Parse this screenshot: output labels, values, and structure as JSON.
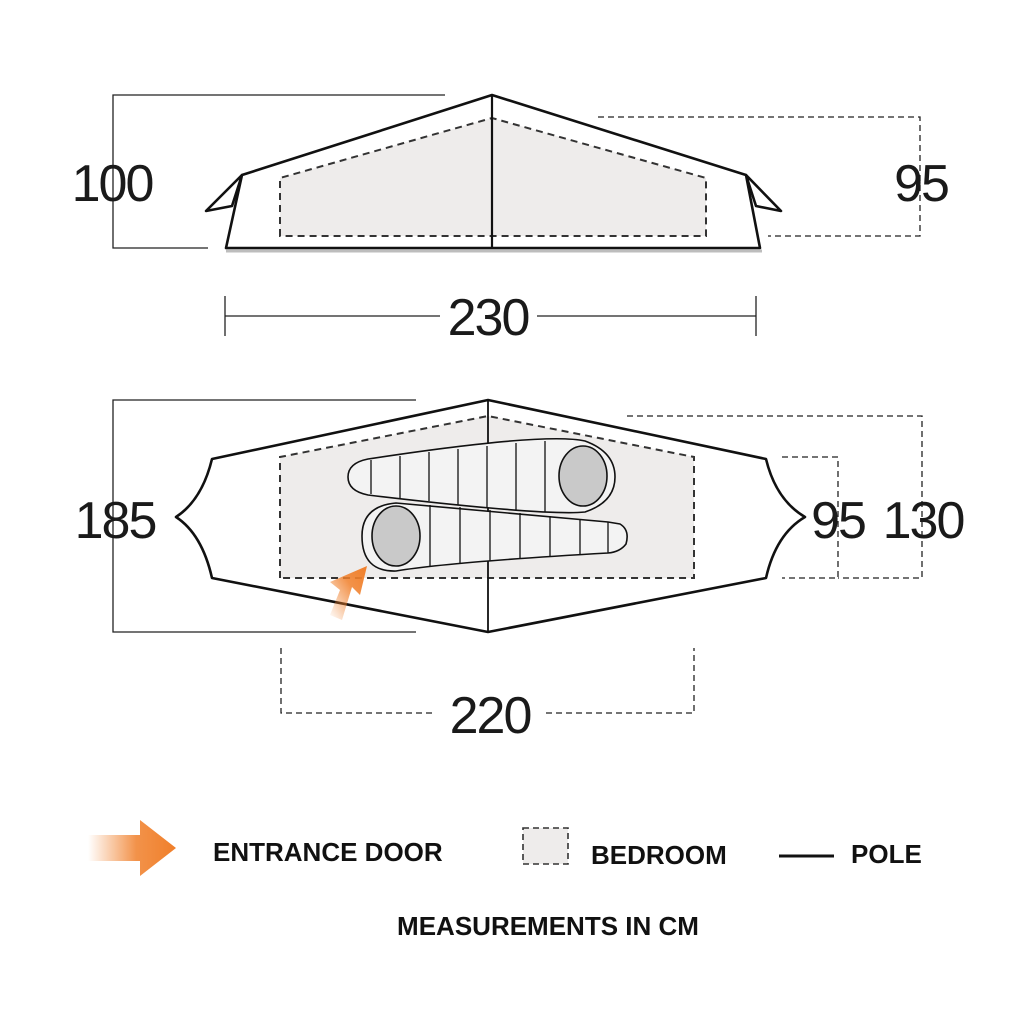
{
  "dimensions": {
    "side_height_left": "100",
    "side_height_right": "95",
    "side_length": "230",
    "top_width": "185",
    "inner_width": "95",
    "outer_width": "130",
    "inner_length": "220"
  },
  "legend": {
    "entrance_door": "ENTRANCE DOOR",
    "bedroom": "BEDROOM",
    "pole": "POLE",
    "measurements_note": "MEASUREMENTS IN CM"
  },
  "colors": {
    "bedroom_fill": "#eeeceb",
    "arrow_orange": "#f07f2a",
    "outline": "#111111"
  }
}
